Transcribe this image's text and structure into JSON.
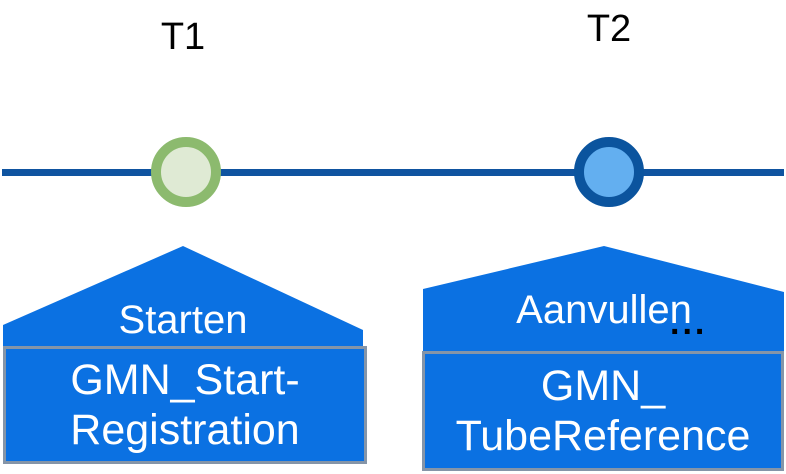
{
  "diagram": {
    "type": "timeline",
    "events": [
      {
        "time_label": "T1",
        "action_label": "Starten",
        "box_line1": "GMN_Start-",
        "box_line2": "Registration",
        "node_fill": "#dfead4",
        "node_border": "#8cba6e"
      },
      {
        "time_label": "T2",
        "action_label": "Aanvullen",
        "overflow_indicator": "...",
        "box_line1": "GMN_",
        "box_line2": "TubeReference",
        "node_fill": "#63aff0",
        "node_border": "#0b549e"
      }
    ],
    "colors": {
      "timeline_line": "#0f54a0",
      "callout_fill": "#0b71e2",
      "callout_text": "#ffffff",
      "box_border": "#8595a8",
      "label_text": "#000000"
    }
  }
}
